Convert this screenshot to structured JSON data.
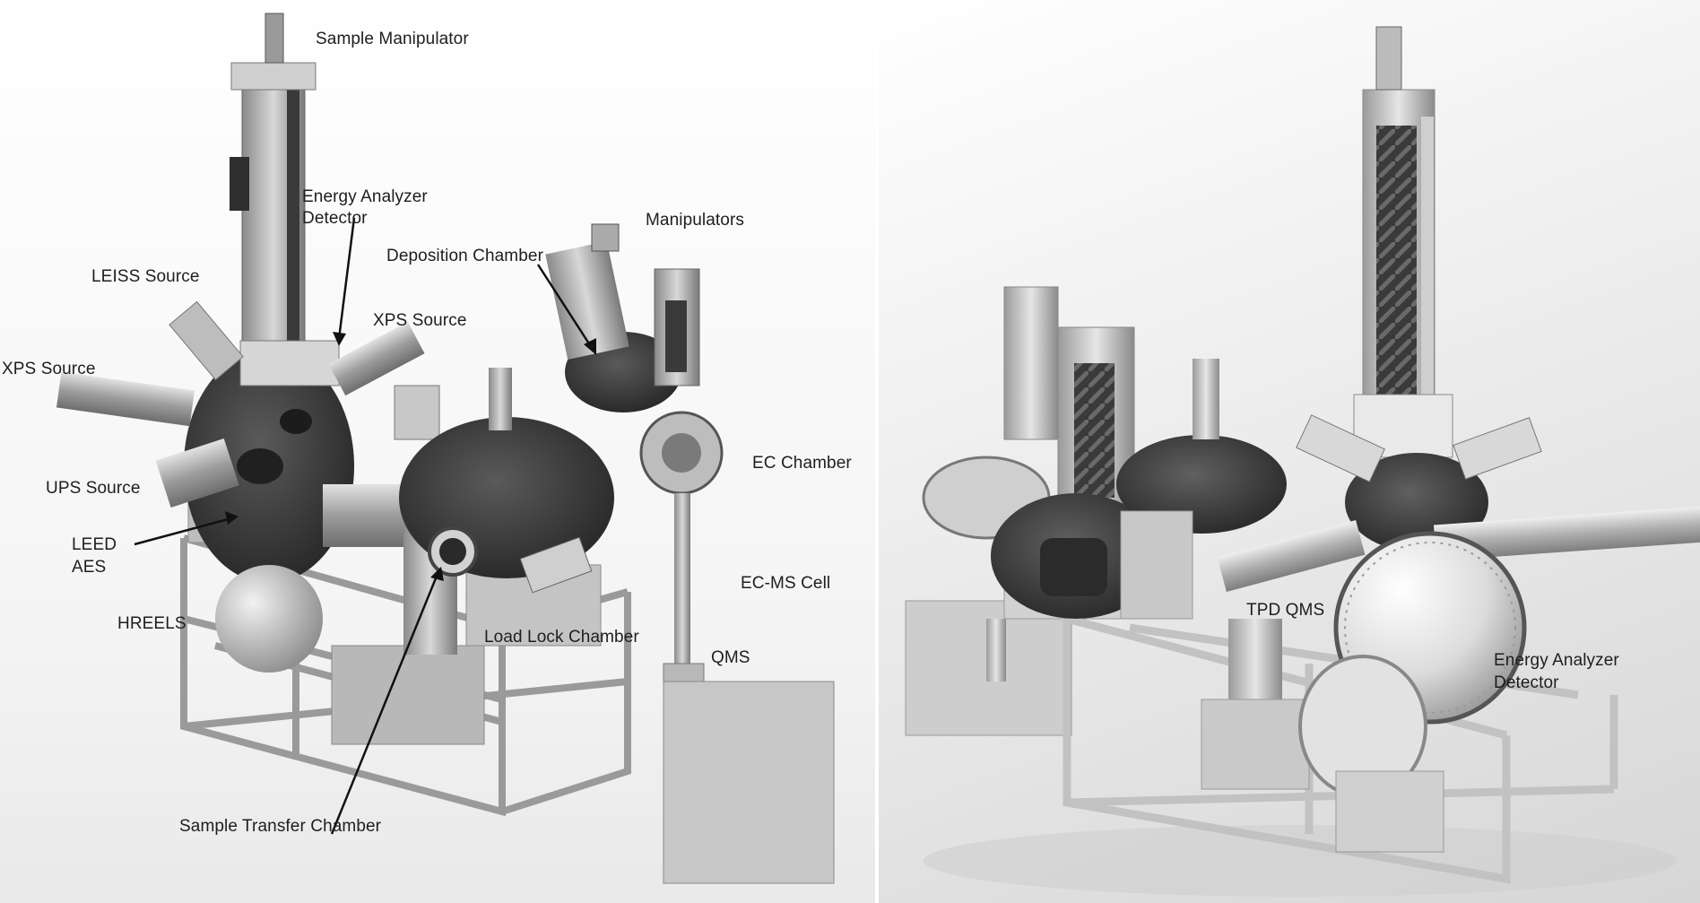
{
  "left_panel": {
    "labels": {
      "sample_manipulator": "Sample Manipulator",
      "energy_analyzer_line1": "Energy Analyzer",
      "energy_analyzer_line2": "Detector",
      "manipulators": "Manipulators",
      "deposition_chamber": "Deposition Chamber",
      "leiss_source": "LEISS Source",
      "xps_source_right": "XPS Source",
      "xps_source_left": "XPS Source",
      "ec_chamber": "EC Chamber",
      "ups_source": "UPS Source",
      "leed": "LEED",
      "aes": "AES",
      "ec_ms_cell": "EC-MS Cell",
      "hreels": "HREELS",
      "load_lock_chamber": "Load Lock Chamber",
      "qms": "QMS",
      "sample_transfer_chamber": "Sample Transfer Chamber"
    }
  },
  "right_panel": {
    "labels": {
      "tpd_qms": "TPD QMS",
      "energy_analyzer_line1": "Energy Analyzer",
      "energy_analyzer_line2": "Detector"
    }
  }
}
